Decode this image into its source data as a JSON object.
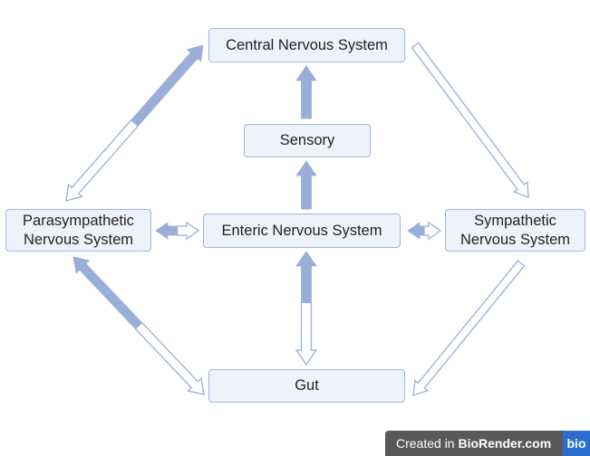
{
  "diagram": {
    "title": "Gut–Brain Nervous System Connections",
    "colors": {
      "node_bg": "#eef2fb",
      "node_border": "#a3b5e0",
      "arrow_fill": "#9aafd8",
      "arrow_outline": "#9aafd8"
    },
    "nodes": {
      "cns": {
        "label": "Central Nervous System"
      },
      "sensory": {
        "label": "Sensory"
      },
      "ens": {
        "label": "Enteric Nervous System"
      },
      "para": {
        "line1": "Parasympathetic",
        "line2": "Nervous System"
      },
      "symp": {
        "line1": "Sympathetic",
        "line2": "Nervous System"
      },
      "gut": {
        "label": "Gut"
      }
    },
    "edges": [
      {
        "from": "Sensory",
        "to": "Central Nervous System",
        "style": "solid"
      },
      {
        "from": "Enteric Nervous System",
        "to": "Sensory",
        "style": "solid"
      },
      {
        "from": "Enteric Nervous System",
        "to": "Gut",
        "style": "bidirectional-solid-up-hollow-down"
      },
      {
        "from": "Enteric Nervous System",
        "to": "Parasympathetic Nervous System",
        "style": "bidirectional-solid-left-hollow-right"
      },
      {
        "from": "Enteric Nervous System",
        "to": "Sympathetic Nervous System",
        "style": "bidirectional-hollow"
      },
      {
        "from": "Parasympathetic Nervous System",
        "to": "Central Nervous System",
        "style": "bidirectional-solid-up-hollow-down"
      },
      {
        "from": "Central Nervous System",
        "to": "Sympathetic Nervous System",
        "style": "hollow"
      },
      {
        "from": "Sympathetic Nervous System",
        "to": "Gut",
        "style": "hollow"
      },
      {
        "from": "Gut",
        "to": "Parasympathetic Nervous System",
        "style": "bidirectional-solid-up-hollow-down"
      }
    ]
  },
  "badge": {
    "prefix": "Created in ",
    "brand": "BioRender.com",
    "logo": "bio"
  }
}
